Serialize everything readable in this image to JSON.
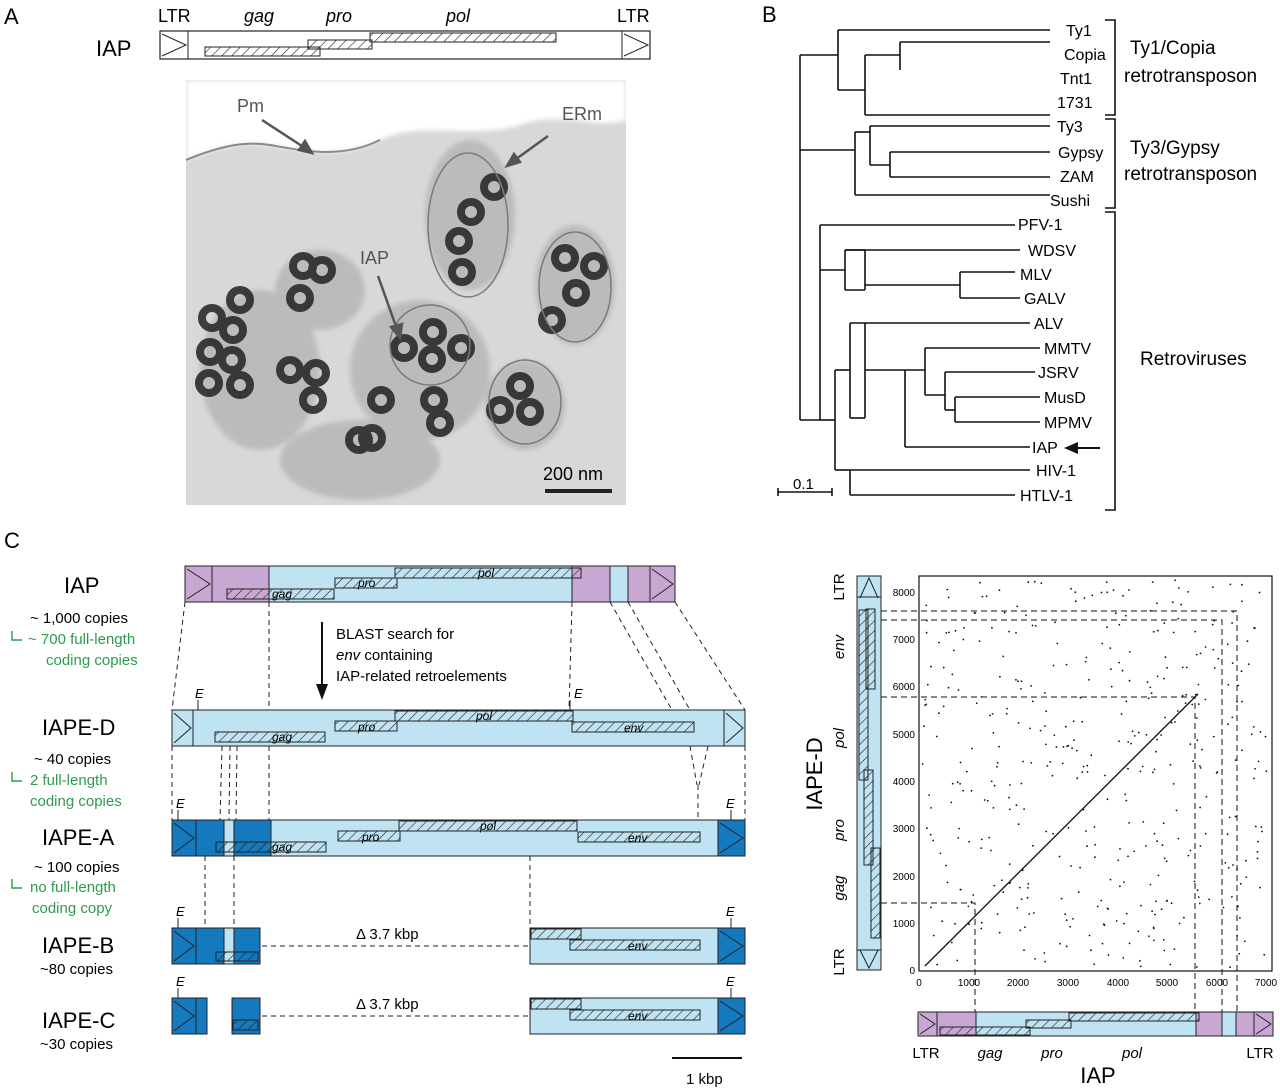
{
  "panel_a": {
    "label": "A",
    "iap_label": "IAP",
    "ltr_left": "LTR",
    "ltr_right": "LTR",
    "gene_gag": "gag",
    "gene_pro": "pro",
    "gene_pol": "pol",
    "micrograph": {
      "pm": "Pm",
      "erm": "ERm",
      "iap": "IAP",
      "scale": "200 nm"
    }
  },
  "panel_b": {
    "label": "B",
    "taxa": [
      "Ty1",
      "Copia",
      "Tnt1",
      "1731",
      "Ty3",
      "Gypsy",
      "ZAM",
      "Sushi",
      "PFV-1",
      "WDSV",
      "MLV",
      "GALV",
      "ALV",
      "MMTV",
      "JSRV",
      "MusD",
      "MPMV",
      "IAP",
      "HIV-1",
      "HTLV-1"
    ],
    "group_ty1_line1": "Ty1/Copia",
    "group_ty1_line2": "retrotransposon",
    "group_ty3_line1": "Ty3/Gypsy",
    "group_ty3_line2": "retrotransposon",
    "group_retro": "Retroviruses",
    "scale": "0.1"
  },
  "panel_c": {
    "label": "C",
    "colors": {
      "light": "#bfe3f2",
      "dark": "#1479bd",
      "purple": "#c8a8d2",
      "green": "#2e9b4e"
    },
    "blast_line1": "BLAST search for",
    "blast_line2_italic": "env",
    "blast_line2_rest": " containing",
    "blast_line3": "IAP-related retroelements",
    "gene_gag": "gag",
    "gene_pro": "pro",
    "gene_pol": "pol",
    "gene_env": "env",
    "e_marker": "E",
    "delta": "Δ 3.7 kbp",
    "scale": "1 kbp",
    "elements": {
      "iap": {
        "name": "IAP",
        "copies": "~ 1,000 copies",
        "note1": "~ 700 full-length",
        "note2": "coding copies"
      },
      "iape_d": {
        "name": "IAPE-D",
        "copies": "~ 40 copies",
        "note1": "2 full-length",
        "note2": "coding copies"
      },
      "iape_a": {
        "name": "IAPE-A",
        "copies": "~ 100 copies",
        "note1": "no full-length",
        "note2": "coding copy"
      },
      "iape_b": {
        "name": "IAPE-B",
        "copies": "~80 copies"
      },
      "iape_c": {
        "name": "IAPE-C",
        "copies": "~30 copies"
      }
    },
    "dotplot": {
      "y_title": "IAPE-D",
      "x_title": "IAP",
      "x_ticks": [
        "0",
        "1000",
        "2000",
        "3000",
        "4000",
        "5000",
        "6000",
        "7000"
      ],
      "y_ticks": [
        "0",
        "1000",
        "2000",
        "3000",
        "4000",
        "5000",
        "6000",
        "7000",
        "8000"
      ],
      "y_genes": [
        "LTR",
        "gag",
        "pro",
        "pol",
        "env",
        "LTR"
      ],
      "x_genes": [
        "LTR",
        "gag",
        "pro",
        "pol",
        "LTR"
      ]
    }
  }
}
